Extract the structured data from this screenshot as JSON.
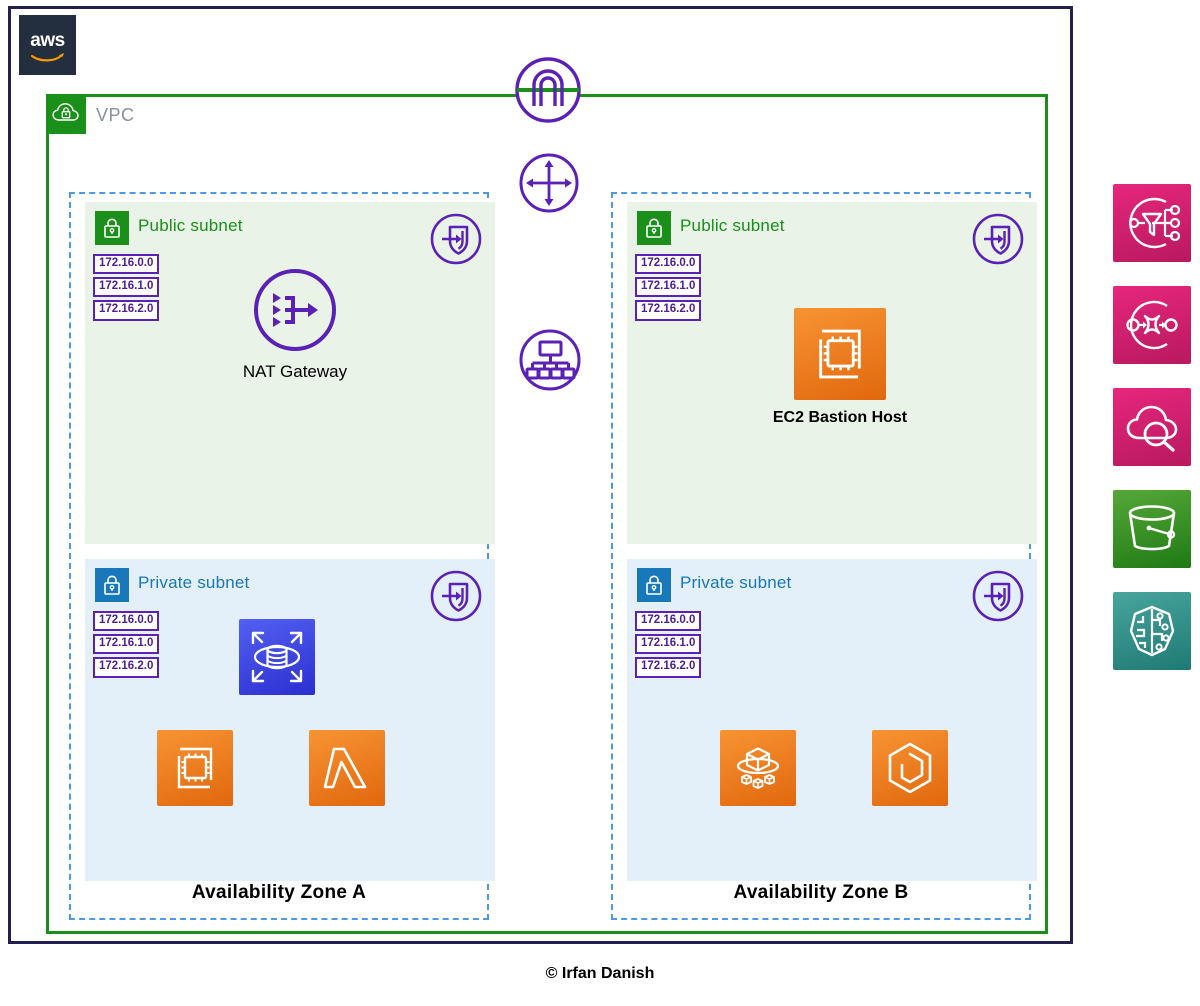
{
  "diagram": {
    "provider_logo": "aws-logo",
    "provider_name": "aws",
    "footer_credit": "© Irfan Danish"
  },
  "vpc": {
    "label": "VPC",
    "badge_icon": "vpc-cloud-lock-icon",
    "border_color": "#1a8f1a",
    "label_color": "#879196"
  },
  "center_rail": [
    {
      "icon": "internet-gateway-icon",
      "name": "internet-gateway"
    },
    {
      "icon": "router-icon",
      "name": "router"
    },
    {
      "icon": "route-table-icon",
      "name": "route-table"
    }
  ],
  "availability_zones": [
    {
      "id": "a",
      "label": "Availability Zone A",
      "subnets": [
        {
          "kind": "public",
          "title": "Public subnet",
          "badge_icon": "lock-icon",
          "badge_color": "#1a8f1a",
          "title_color": "#1a8f1a",
          "background": "#e9f3e7",
          "cidrs": [
            "172.16.0.0",
            "172.16.1.0",
            "172.16.2.0"
          ],
          "nacl_icon": "network-acl-icon",
          "resources": [
            {
              "name": "nat-gateway",
              "icon": "nat-gateway-icon",
              "caption": "NAT Gateway",
              "style": "outline-purple"
            }
          ]
        },
        {
          "kind": "private",
          "title": "Private subnet",
          "badge_icon": "lock-icon",
          "badge_color": "#1878b9",
          "title_color": "#1878b9",
          "background": "#e4f0f9",
          "cidrs": [
            "172.16.0.0",
            "172.16.1.0",
            "172.16.2.0"
          ],
          "nacl_icon": "network-acl-icon",
          "resources": [
            {
              "name": "aurora-database",
              "icon": "database-scaling-icon",
              "caption": "",
              "style": "blue"
            },
            {
              "name": "ec2-instance",
              "icon": "ec2-chip-icon",
              "caption": "",
              "style": "orange"
            },
            {
              "name": "lambda-function",
              "icon": "lambda-icon",
              "caption": "",
              "style": "orange"
            }
          ]
        }
      ]
    },
    {
      "id": "b",
      "label": "Availability Zone B",
      "subnets": [
        {
          "kind": "public",
          "title": "Public subnet",
          "badge_icon": "lock-icon",
          "badge_color": "#1a8f1a",
          "title_color": "#1a8f1a",
          "background": "#e9f3e7",
          "cidrs": [
            "172.16.0.0",
            "172.16.1.0",
            "172.16.2.0"
          ],
          "nacl_icon": "network-acl-icon",
          "resources": [
            {
              "name": "ec2-bastion-host",
              "icon": "ec2-chip-icon",
              "caption": "EC2 Bastion Host",
              "style": "orange"
            }
          ]
        },
        {
          "kind": "private",
          "title": "Private subnet",
          "badge_icon": "lock-icon",
          "badge_color": "#1878b9",
          "title_color": "#1878b9",
          "background": "#e4f0f9",
          "cidrs": [
            "172.16.0.0",
            "172.16.1.0",
            "172.16.2.0"
          ],
          "nacl_icon": "network-acl-icon",
          "resources": [
            {
              "name": "ecs-container-service",
              "icon": "container-orbit-icon",
              "caption": "",
              "style": "orange"
            },
            {
              "name": "eks-kubernetes",
              "icon": "hexagon-container-icon",
              "caption": "",
              "style": "orange"
            }
          ]
        }
      ]
    }
  ],
  "service_strip": [
    {
      "name": "kinesis-data-analytics",
      "icon": "analytics-funnel-icon",
      "color": "#e7267d"
    },
    {
      "name": "kinesis-data-firehose",
      "icon": "firehose-transform-icon",
      "color": "#e7267d"
    },
    {
      "name": "cloudwatch",
      "icon": "cloud-search-icon",
      "color": "#e7267d"
    },
    {
      "name": "s3-bucket",
      "icon": "bucket-icon",
      "color": "#56a838"
    },
    {
      "name": "sagemaker",
      "icon": "brain-circuit-icon",
      "color": "#47a59d"
    }
  ]
}
